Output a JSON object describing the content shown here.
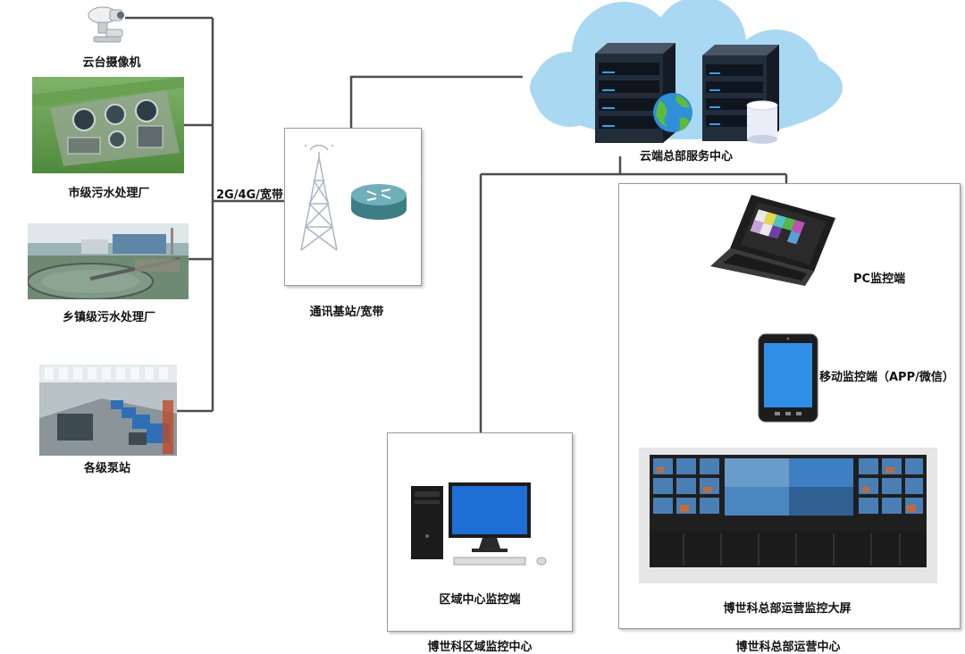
{
  "sources": {
    "ptz_camera": "云台摄像机",
    "city_plant": "市级污水处理厂",
    "town_plant": "乡镇级污水处理厂",
    "pump_station": "各级泵站"
  },
  "link_label": "2G/4G/宽带",
  "base_station": "通讯基站/宽带",
  "cloud_center": "云端总部服务中心",
  "regional": {
    "terminal": "区域中心监控端",
    "center": "博世科区域监控中心"
  },
  "hq": {
    "pc": "PC监控端",
    "mobile": "移动监控端（APP/微信）",
    "wall": "博世科总部运营监控大屏",
    "center": "博世科总部运营中心"
  },
  "colors": {
    "line": "#4d4d4d",
    "cloud": "#a9d8f2",
    "server": "#1f2a38",
    "screen": "#1d6fd6"
  }
}
